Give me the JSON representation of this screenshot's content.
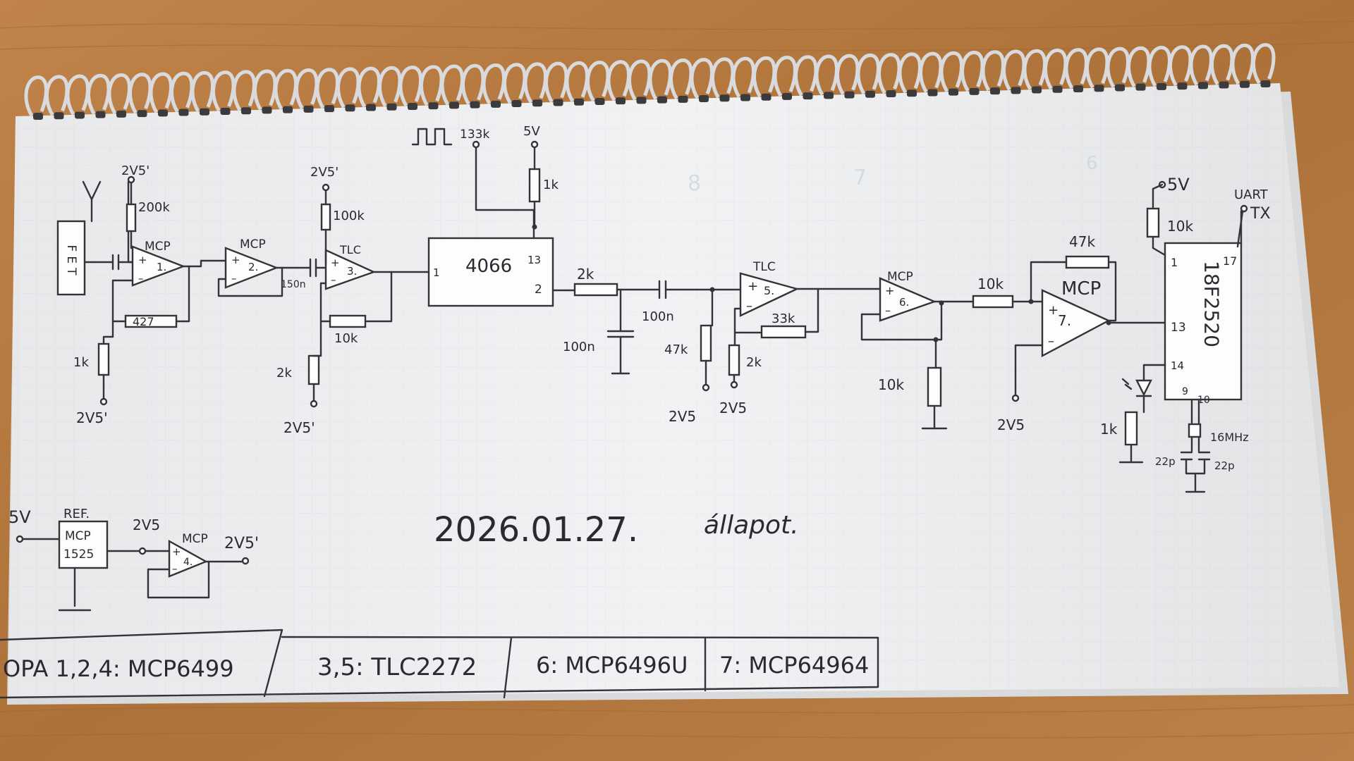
{
  "colors": {
    "desk": "#b5793f",
    "paper": "#f1f2f4",
    "ink": "#333338",
    "spiral": "#d8dadd"
  },
  "labels": {
    "date": "2026.01.27.",
    "status": "állapot.",
    "r200k": "200k",
    "r427": "427",
    "r1k_a": "1k",
    "r100k": "100k",
    "r10k_a": "10k",
    "r2k_a": "2k",
    "r133k": "133k",
    "v5_top": "5V",
    "r1k_top": "1k",
    "r2k_b": "2k",
    "c100n_a": "100n",
    "c100n_b": "100n",
    "c150n": "150n",
    "r47k_a": "47k",
    "r33k": "33k",
    "r2k_c": "2k",
    "r10k_b": "10k",
    "r10k_c": "10k",
    "r47k_b": "47k",
    "r10k_d": "10k",
    "r1k_led": "1k",
    "crystal": "16MHz",
    "c22p_a": "22p",
    "c22p_b": "22p",
    "v5_mcu": "5V",
    "uart": "UART",
    "tx": "TX",
    "v5_ref": "5V",
    "ref": "REF.",
    "v2v5_buf": "2V5",
    "v2v5p_buf": "2V5'",
    "v2v5p_a": "2V5'",
    "v2v5p_b": "2V5'",
    "v2v5p_c": "2V5'",
    "v2v5p_d": "2V5'",
    "v2v5_a": "2V5",
    "v2v5_b": "2V5",
    "v2v5_c": "2V5",
    "fet": "FET",
    "chip_4066": "4066",
    "pin_1": "1",
    "pin_13": "13",
    "pin_2": "2",
    "mcu": "18F2520",
    "mcu_pin1": "1",
    "mcu_pin17": "17",
    "mcu_pin13": "13",
    "mcu_pin14": "14",
    "mcu_pin9": "9",
    "mcu_pin10": "10",
    "ref_chip_a": "MCP",
    "ref_chip_b": "1525"
  },
  "opamps": [
    {
      "family": "MCP",
      "num": "1."
    },
    {
      "family": "MCP",
      "num": "2."
    },
    {
      "family": "TLC",
      "num": "3."
    },
    {
      "family": "MCP",
      "num": "4."
    },
    {
      "family": "TLC",
      "num": "5."
    },
    {
      "family": "MCP",
      "num": "6."
    },
    {
      "family": "MCP",
      "num": "7."
    }
  ],
  "footer_notes": [
    "OPA 1,2,4: MCP6499",
    "3,5: TLC2272",
    "6: MCP6496U",
    "7: MCP64964"
  ]
}
